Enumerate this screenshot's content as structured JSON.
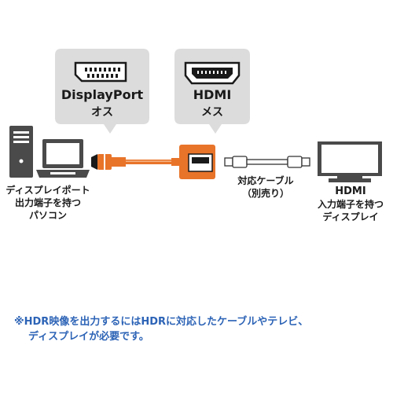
{
  "displayport_bubble": {
    "line1": "DisplayPort",
    "line2": "オス"
  },
  "hdmi_bubble": {
    "line1": "HDMI",
    "line2": "メス"
  },
  "pc_label": {
    "line1": "ディスプレイポート",
    "line2": "出力端子を持つ",
    "line3": "パソコン"
  },
  "cable_label": {
    "line1": "対応ケーブル",
    "line2": "（別売り）"
  },
  "display_label": {
    "line1": "HDMI",
    "line2": "入力端子を持つ",
    "line3": "ディスプレイ"
  },
  "note": {
    "line1": "※HDR映像を出力するにはHDRに対応したケーブルやテレビ、",
    "line2": "ディスプレイが必要です。"
  },
  "colors": {
    "adapter": "#e8742a",
    "bubble": "#dcdcdc",
    "device": "#4a4a4a",
    "note": "#2c63b6"
  }
}
